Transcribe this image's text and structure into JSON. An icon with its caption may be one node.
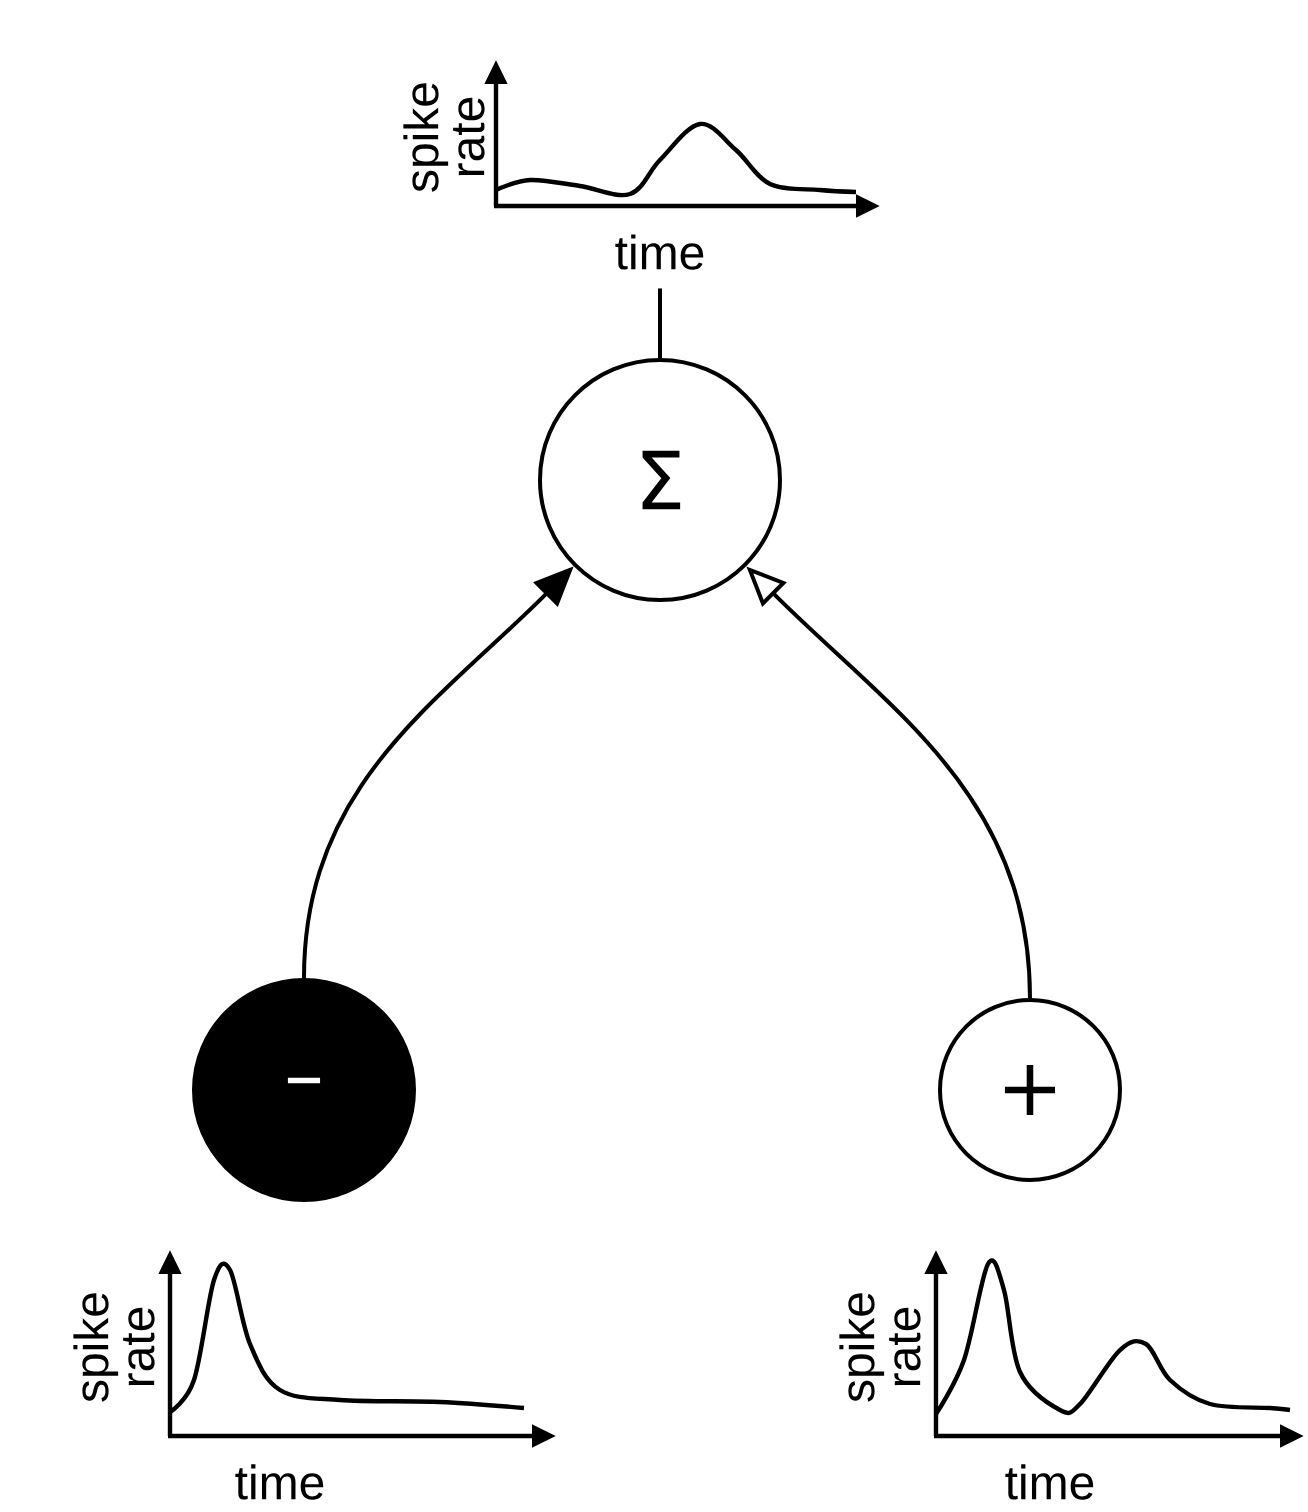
{
  "diagram": {
    "nodes": [
      {
        "text": [
          "spike rate",
          "time"
        ]
      },
      {
        "text": [
          "Σ"
        ]
      },
      {
        "text": [
          "–"
        ]
      },
      {
        "text": [
          "+"
        ]
      },
      {
        "text": [
          "spike rate",
          "time"
        ]
      },
      {
        "text": [
          "spike rate",
          "time"
        ]
      }
    ],
    "edges": [
      {
        "from": 1,
        "to": 0,
        "arrow": "none"
      },
      {
        "from": 2,
        "to": 1,
        "arrow": "to"
      },
      {
        "from": 3,
        "to": 1,
        "arrow": "to"
      }
    ]
  }
}
